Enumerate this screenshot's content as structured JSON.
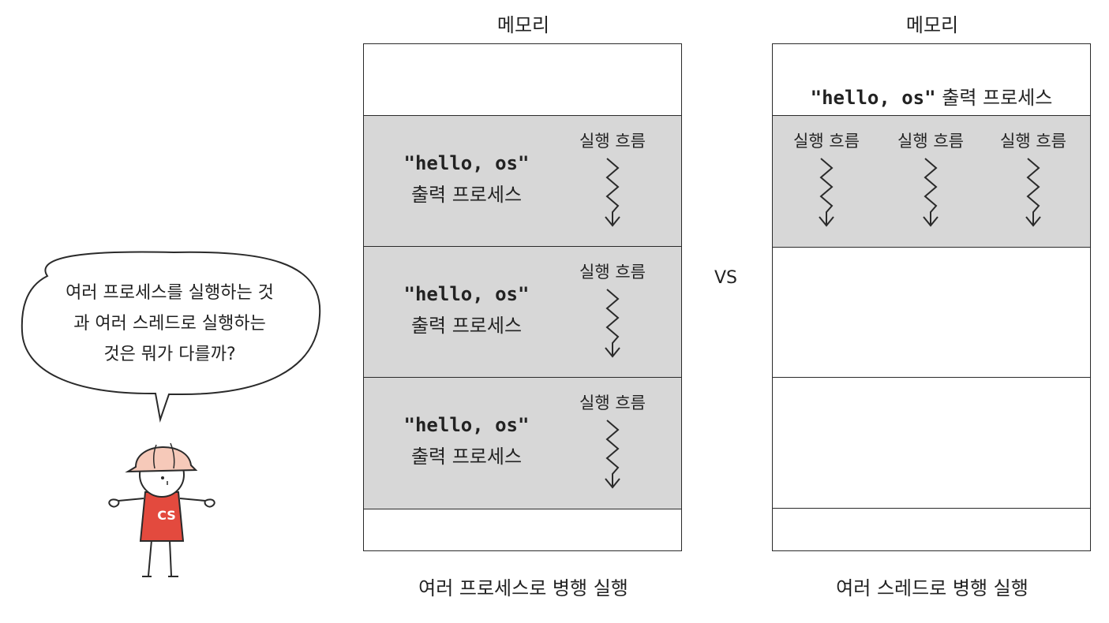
{
  "left_diagram": {
    "memory_title": "메모리",
    "processes": [
      {
        "quote": "\"hello, os\"",
        "name": "출력 프로세스",
        "flow_label": "실행 흐름"
      },
      {
        "quote": "\"hello, os\"",
        "name": "출력 프로세스",
        "flow_label": "실행 흐름"
      },
      {
        "quote": "\"hello, os\"",
        "name": "출력 프로세스",
        "flow_label": "실행 흐름"
      }
    ],
    "caption": "여러 프로세스로 병행 실행"
  },
  "vs_label": "VS",
  "right_diagram": {
    "memory_title": "메모리",
    "process_quote": "\"hello, os\"",
    "process_name": "출력 프로세스",
    "threads": [
      {
        "flow_label": "실행 흐름"
      },
      {
        "flow_label": "실행 흐름"
      },
      {
        "flow_label": "실행 흐름"
      }
    ],
    "caption": "여러 스레드로 병행 실행"
  },
  "speech_bubble": {
    "lines": [
      "여러 프로세스를 실행하는 것",
      "과 여러 스레드로 실행하는",
      "것은 뭐가 다를까?"
    ]
  },
  "character": {
    "shirt_text": "CS",
    "helmet_color": "#f6c9b9",
    "shirt_color": "#e34a3e"
  },
  "colors": {
    "process_fill": "#d7d7d7",
    "line": "#2a2a2a"
  }
}
